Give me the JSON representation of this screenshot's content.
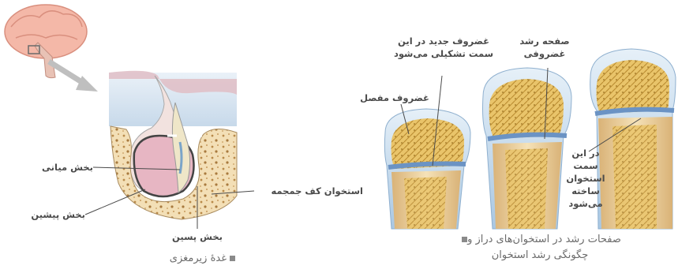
{
  "pituitary": {
    "labels": {
      "middle_part": "بخش میانی",
      "anterior_part": "بخش پیشین",
      "posterior_part": "بخش پسین",
      "skull_base_bone": "استخوان کف جمجمه"
    },
    "caption": "غدهٔ زیرمغزی"
  },
  "bone_growth": {
    "labels": {
      "new_cartilage": "غضروف جدید در این سمت تشکیلی می‌شود",
      "growth_plate": "صفحه رشد غضروفی",
      "articular_cartilage": "غضروف مفصل",
      "bone_formed_here": "در این سمت استخوان ساخته می‌شود"
    },
    "caption_line1": "صفحات رشد در استخوان‌های دراز و",
    "caption_line2": "چگونگی رشد استخوان"
  },
  "colors": {
    "gland_pink": "#e7b6c3",
    "bone_tan": "#f2d9a8",
    "growth_plate_blue": "#6b93c4",
    "cartilage_blue": "#bcd6ea",
    "label_gray": "#4a4a4a"
  },
  "icons": [
    "brain-icon",
    "arrow-icon"
  ]
}
